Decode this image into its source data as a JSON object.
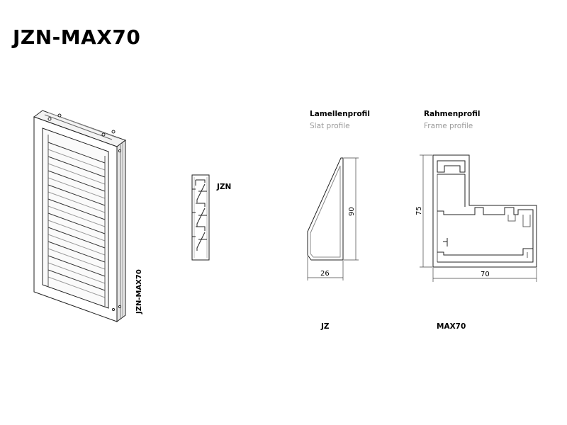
{
  "title": "JZN-MAX70",
  "shutter": {
    "vertical_label": "JZN-MAX70"
  },
  "slat_detail": {
    "label": "JZN"
  },
  "slat_profile": {
    "heading_de": "Lamellenprofil",
    "heading_en": "Slat profile",
    "height_dim": "90",
    "width_dim": "26",
    "caption": "JZ"
  },
  "frame_profile": {
    "heading_de": "Rahmenprofil",
    "heading_en": "Frame profile",
    "height_dim": "75",
    "width_dim": "70",
    "caption": "MAX70"
  }
}
